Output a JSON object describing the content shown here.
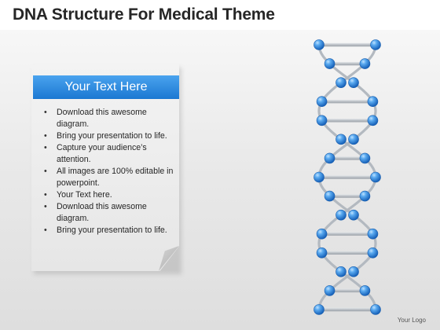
{
  "title": "DNA Structure For Medical Theme",
  "card": {
    "header": "Your Text Here",
    "bullets": [
      "Download this awesome diagram.",
      "Bring your presentation to life.",
      "Capture your audience’s attention.",
      "All images are 100% editable in powerpoint.",
      "Your Text here.",
      "Download this awesome diagram.",
      "Bring your presentation to life."
    ]
  },
  "footer": {
    "logo": "Your Logo"
  },
  "colors": {
    "accent": "#1b78d2",
    "node": "#2f8fe0",
    "strand": "#c2c7cd"
  },
  "icons": {
    "dna": "dna-helix-icon"
  }
}
